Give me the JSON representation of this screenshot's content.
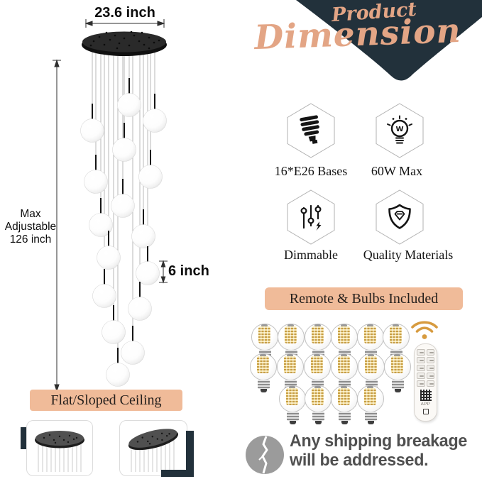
{
  "header": {
    "title_line1": "Product",
    "title_line2": "Dimension"
  },
  "chandelier": {
    "width_label": "23.6 inch",
    "max_adjustable_line1": "Max",
    "max_adjustable_line2": "Adjustable",
    "max_adjustable_line3": "126 inch",
    "globe_size_label": "6 inch"
  },
  "features": [
    {
      "icon": "cfl-bulb-icon",
      "label": "16*E26 Bases"
    },
    {
      "icon": "bulb-wattage-icon",
      "label": "60W Max"
    },
    {
      "icon": "dimmer-sliders-icon",
      "label": "Dimmable"
    },
    {
      "icon": "shield-diamond-icon",
      "label": "Quality Materials"
    }
  ],
  "remote_section": {
    "banner_label": "Remote & Bulbs Included",
    "app_label": "APP"
  },
  "ceiling_section": {
    "banner_label": "Flat/Sloped Ceiling"
  },
  "shipping_note": {
    "line1": "Any shipping breakage",
    "line2": "will be addressed."
  },
  "colors": {
    "navy": "#22313b",
    "peach_text": "#e3a585",
    "peach_banner": "#f0bb99",
    "gold": "#d79b3f",
    "globe_white": "#fafafa"
  }
}
